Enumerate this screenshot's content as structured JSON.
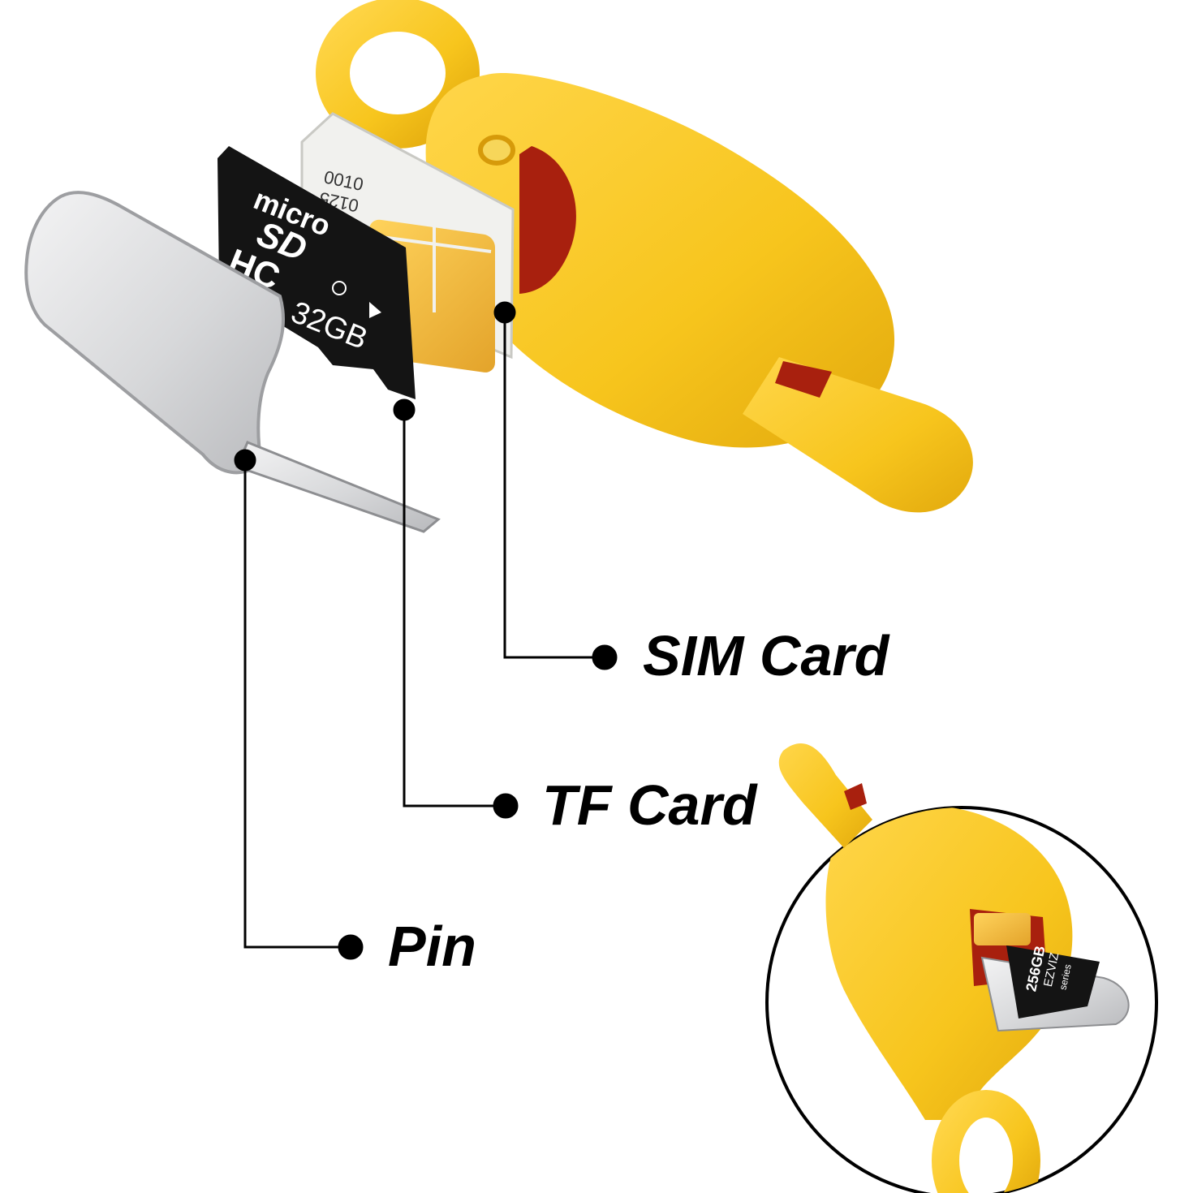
{
  "labels": {
    "sim_card": "SIM Card",
    "tf_card": "TF Card",
    "pin": "Pin"
  },
  "microsd_print": {
    "brand_top": "micro",
    "brand_mid": "SD",
    "brand_low": "HC",
    "capacity": "32GB"
  },
  "sim_print": {
    "code_a": "0010",
    "code_b": "0125"
  },
  "inset_print": {
    "brand": "EZVIZ",
    "series": "series",
    "capacity": "256GB"
  },
  "colors": {
    "holder_yellow": "#f7c51d",
    "holder_shadow": "#e2a90d",
    "slot_red": "#a8200e",
    "sim_white": "#f1f1ee",
    "chip_gold": "#f0b93a",
    "microsd_black": "#141414",
    "pin_silver": "#cfd0d2",
    "leader_line": "#000000"
  }
}
